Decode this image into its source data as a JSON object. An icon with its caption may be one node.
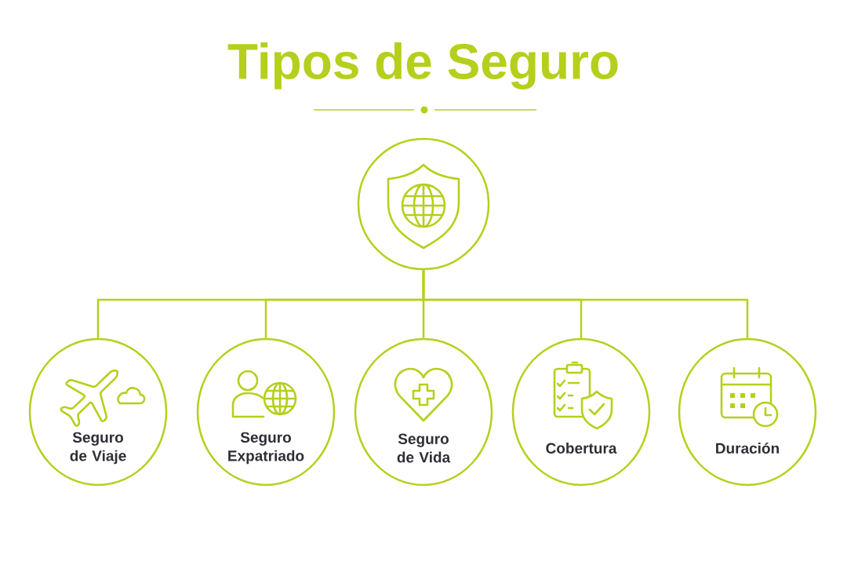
{
  "diagram": {
    "title": "Tipos de Seguro",
    "nodes": [
      {
        "text": [],
        "shape": "circle"
      },
      {
        "text": [
          "Seguro de Viaje"
        ]
      },
      {
        "text": [
          "Seguro Expatriado"
        ]
      },
      {
        "text": [
          "Seguro de Vida"
        ]
      },
      {
        "text": [
          "Cobertura"
        ]
      },
      {
        "text": [
          "Duración"
        ]
      }
    ],
    "edges": [
      {
        "from": 0,
        "to": 1,
        "arrow": "none"
      },
      {
        "from": 0,
        "to": 2,
        "arrow": "none"
      },
      {
        "from": 0,
        "to": 3,
        "arrow": "none"
      },
      {
        "from": 0,
        "to": 4,
        "arrow": "none"
      },
      {
        "from": 0,
        "to": 5,
        "arrow": "none"
      }
    ]
  }
}
